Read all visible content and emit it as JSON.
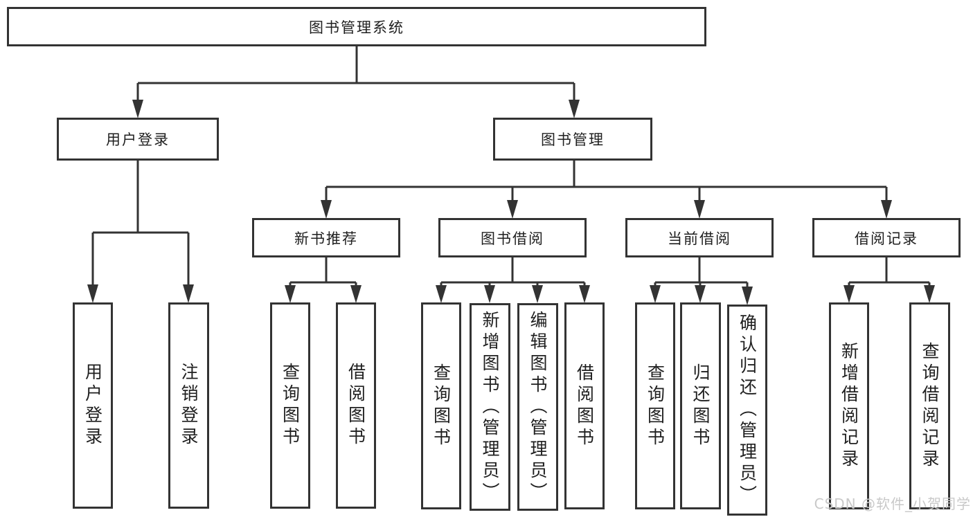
{
  "colors": {
    "line": "#333333",
    "text": "#1f1f1f",
    "box_background": "#ffffff",
    "watermark": "#c9c9c9"
  },
  "tree": {
    "root": {
      "label": "图书管理系统"
    },
    "branches": [
      {
        "label": "用户登录",
        "children": [
          {
            "label": "用户登录"
          },
          {
            "label": "注销登录"
          }
        ]
      },
      {
        "label": "图书管理",
        "sections": [
          {
            "label": "新书推荐",
            "children": [
              {
                "label": "查询图书"
              },
              {
                "label": "借阅图书"
              }
            ]
          },
          {
            "label": "图书借阅",
            "children": [
              {
                "label": "查询图书"
              },
              {
                "label": "新增图书（管理员）"
              },
              {
                "label": "编辑图书（管理员）"
              },
              {
                "label": "借阅图书"
              }
            ]
          },
          {
            "label": "当前借阅",
            "children": [
              {
                "label": "查询图书"
              },
              {
                "label": "归还图书"
              },
              {
                "label": "确认归还（管理员）"
              }
            ]
          },
          {
            "label": "借阅记录",
            "children": [
              {
                "label": "新增借阅记录"
              },
              {
                "label": "查询借阅记录"
              }
            ]
          }
        ]
      }
    ]
  },
  "watermark": "CSDN @软件_小贺同学"
}
